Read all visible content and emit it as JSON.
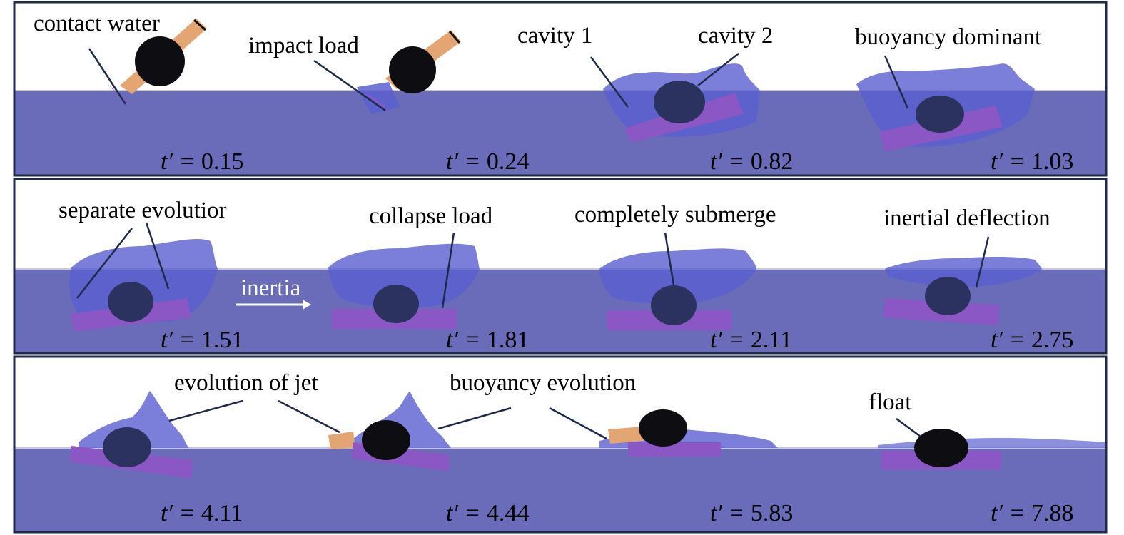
{
  "colors": {
    "water": "#6a6cb9",
    "splash": "#5a5fcf",
    "cylinder": "#8a57c4",
    "sphere": "#0d0d12",
    "rod": "#e3a673",
    "frame": "#1f2a4a",
    "surface_line": "#c9c9d6"
  },
  "rows": [
    {
      "frames": [
        {
          "time_prefix": "t′ = ",
          "time_value": "0.15",
          "stage": "entry",
          "sphere_mark": "sphere-dry"
        },
        {
          "time_prefix": "t′ = ",
          "time_value": "0.24",
          "stage": "entry-deep"
        },
        {
          "time_prefix": "t′ = ",
          "time_value": "0.82",
          "stage": "cavity"
        },
        {
          "time_prefix": "t′ = ",
          "time_value": "1.03",
          "stage": "buoyancy"
        }
      ],
      "labels": [
        {
          "text": "contact water"
        },
        {
          "text": "impact load"
        },
        {
          "text": "cavity 1"
        },
        {
          "text": "cavity 2"
        },
        {
          "text": "buoyancy dominant"
        }
      ]
    },
    {
      "frames": [
        {
          "time_prefix": "t′ = ",
          "time_value": "1.51"
        },
        {
          "time_prefix": "t′ = ",
          "time_value": "1.81"
        },
        {
          "time_prefix": "t′ = ",
          "time_value": "2.11"
        },
        {
          "time_prefix": "t′ = ",
          "time_value": "2.75"
        }
      ],
      "labels": [
        {
          "text": "separate evolutior"
        },
        {
          "text": "collapse load"
        },
        {
          "text": "completely submerge"
        },
        {
          "text": "inertial deflection"
        }
      ],
      "arrow_label": "inertia"
    },
    {
      "frames": [
        {
          "time_prefix": "t′ = ",
          "time_value": "4.11"
        },
        {
          "time_prefix": "t′ = ",
          "time_value": "4.44"
        },
        {
          "time_prefix": "t′ = ",
          "time_value": "5.83"
        },
        {
          "time_prefix": "t′ = ",
          "time_value": "7.88"
        }
      ],
      "labels": [
        {
          "text": "evolution of jet"
        },
        {
          "text": "buoyancy evolution"
        },
        {
          "text": "float"
        }
      ]
    }
  ]
}
